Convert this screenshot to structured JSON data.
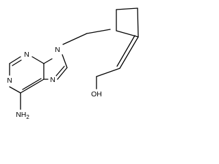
{
  "molecule": {
    "atoms": {
      "n_imidazole_9": "N",
      "n_pyrimidine_3": "N",
      "n_pyrimidine_1": "N",
      "n_imidazole_7": "N",
      "amino": "NH2",
      "hydroxyl": "OH"
    },
    "colors": {
      "bond": "#000000",
      "label": "#000000",
      "background": "#ffffff"
    }
  }
}
